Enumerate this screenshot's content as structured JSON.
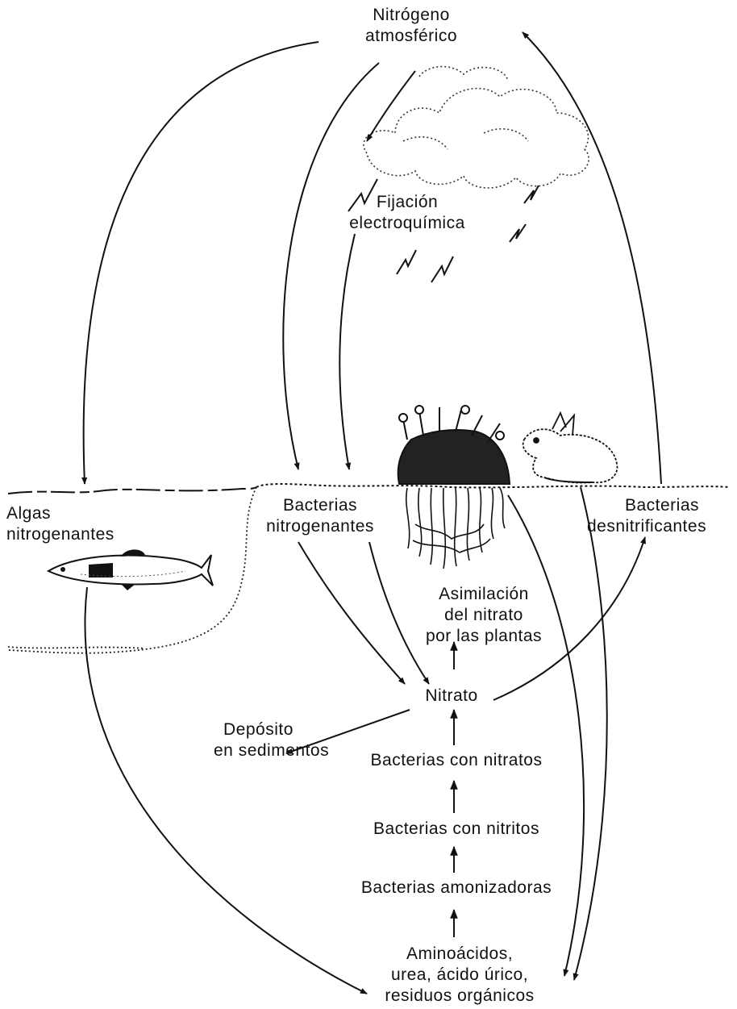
{
  "labels": {
    "nitrogeno_atmosferico": [
      "Nitrógeno",
      "atmosférico"
    ],
    "fijacion_electroquimica": [
      "Fijación",
      "electroquímica"
    ],
    "algas_nitrogenantes": [
      "Algas",
      "nitrogenantes"
    ],
    "bacterias_nitrogenantes": [
      "Bacterias",
      "nitrogenantes"
    ],
    "bacterias_desnitrificantes": [
      "Bacterias",
      "desnitrificantes"
    ],
    "asimilacion": [
      "Asimilación",
      "del nitrato",
      "por las plantas"
    ],
    "nitrato": "Nitrato",
    "deposito": [
      "Depósito",
      "en sedimentos"
    ],
    "bacterias_con_nitratos": "Bacterias con nitratos",
    "bacterias_con_nitritos": "Bacterias con nitritos",
    "bacterias_amonizadoras": "Bacterias amonizadoras",
    "aminoacidos": [
      "Aminoácidos,",
      "urea, ácido úrico,",
      "residuos orgánicos"
    ]
  },
  "colors": {
    "ink": "#111111",
    "background": "#ffffff"
  }
}
